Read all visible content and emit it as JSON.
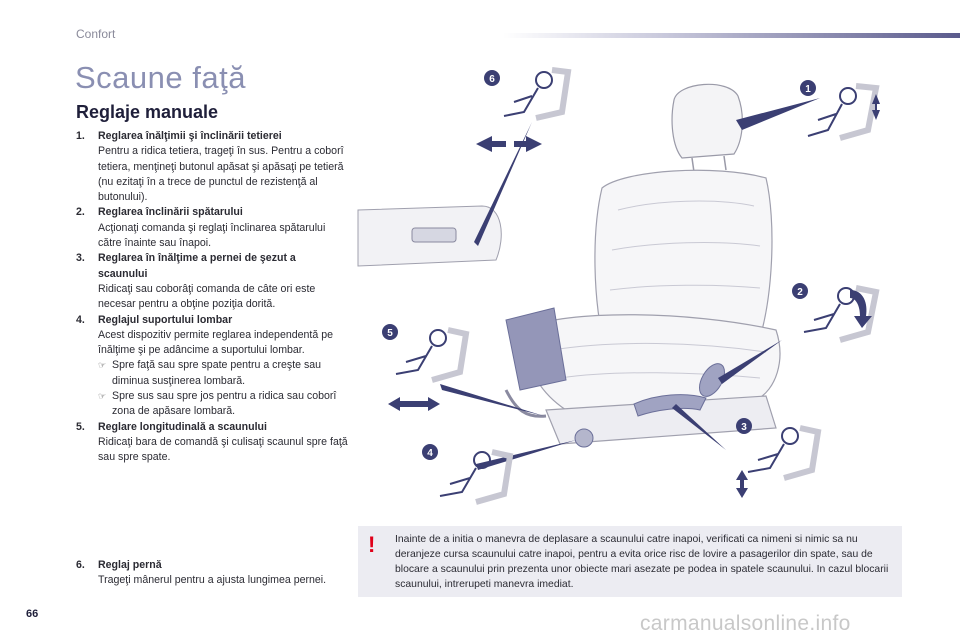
{
  "header": {
    "section": "Confort"
  },
  "title": "Scaune faţă",
  "subtitle": "Reglaje manuale",
  "items": [
    {
      "num": "1.",
      "head": "Reglarea înălţimii şi înclinării tetierei",
      "body": "Pentru a ridica tetiera, trageţi în sus. Pentru a coborî tetiera, menţineţi butonul apăsat şi apăsaţi pe tetieră (nu ezitaţi în a trece de punctul de rezistenţă al butonului)."
    },
    {
      "num": "2.",
      "head": "Reglarea înclinării spătarului",
      "body": "Acţionaţi comanda şi reglaţi înclinarea spătarului către înainte sau înapoi."
    },
    {
      "num": "3.",
      "head": "Reglarea în înălţime a pernei de şezut a scaunului",
      "body": "Ridicaţi sau coborâţi comanda de câte ori este necesar pentru a obţine poziţia dorită."
    },
    {
      "num": "4.",
      "head": "Reglajul suportului lombar",
      "body": "Acest dispozitiv permite reglarea independentă pe înălţime şi pe adâncime a suportului lombar.",
      "bullets": [
        "Spre faţă sau spre spate pentru a creşte sau diminua susţinerea lombară.",
        "Spre sus sau spre jos pentru a ridica sau coborî zona de apăsare lombară."
      ]
    },
    {
      "num": "5.",
      "head": "Reglare longitudinală a scaunului",
      "body": "Ridicaţi bara de comandă şi culisaţi scaunul spre faţă sau spre spate."
    }
  ],
  "item6": {
    "num": "6.",
    "head": "Reglaj pernă",
    "body": "Trageţi mânerul pentru a ajusta lungimea pernei."
  },
  "warning": {
    "icon": "!",
    "text": "Inainte de a initia o manevra de deplasare a scaunului catre inapoi, verificati ca nimeni si nimic sa nu deranjeze cursa scaunului catre inapoi, pentru a evita orice risc de lovire a pasagerilor din spate, sau de blocare a scaunului prin prezenta unor obiecte mari asezate pe podea in spatele scaunului. In cazul blocarii scaunului, intrerupeti manevra imediat."
  },
  "badges": [
    "1",
    "2",
    "3",
    "4",
    "5",
    "6"
  ],
  "page_number": "66",
  "watermark": "carmanualsonline.info",
  "colors": {
    "title": "#8a8fb2",
    "badge": "#3b3f73",
    "warning_icon": "#e0001a",
    "warning_bg": "#ececf2",
    "arrow": "#2f3a66"
  }
}
